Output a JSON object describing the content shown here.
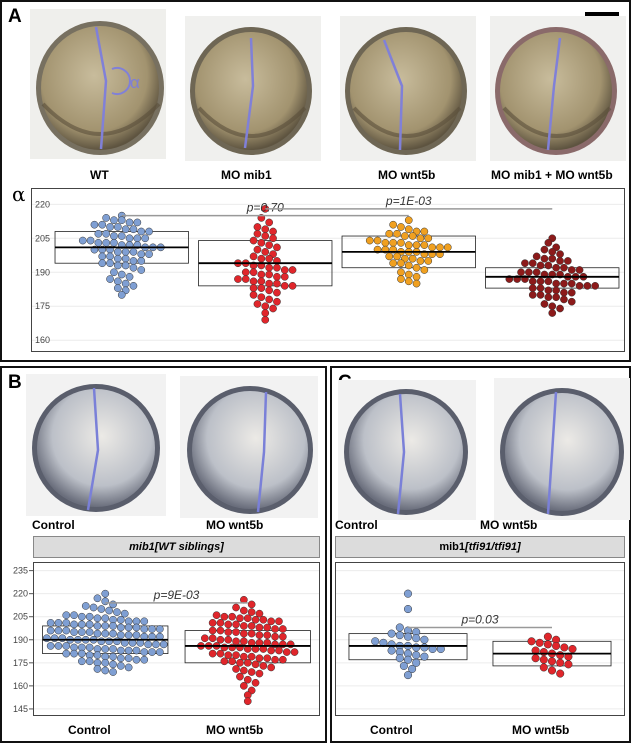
{
  "panels": {
    "a": {
      "letter": "A",
      "embryo_labels": [
        "WT",
        "MO mib1",
        "MO wnt5b",
        "MO mib1 + MO wnt5b"
      ],
      "angle_symbol": "α",
      "axis_symbol": "α",
      "pvalues": [
        "p=0.70",
        "p=1E-03"
      ]
    },
    "b": {
      "letter": "B",
      "embryo_labels": [
        "Control",
        "MO wnt5b"
      ],
      "strip_title": "mib1[WT siblings]",
      "pvalue": "p=9E-03"
    },
    "c": {
      "letter": "C",
      "embryo_labels": [
        "Control",
        "MO wnt5b"
      ],
      "strip_prefix": "mib1",
      "strip_title": "[tfi91/tfi91]",
      "pvalue": "p=0.03"
    }
  },
  "chart_data": [
    {
      "type": "dot-boxplot",
      "ylim": [
        157,
        225
      ],
      "yticks": [
        160,
        175,
        190,
        205,
        220
      ],
      "categories": [
        "WT",
        "MO mib1",
        "MO wnt5b",
        "MO mib1 + MO wnt5b"
      ],
      "colors": [
        "#7f9fd3",
        "#e0262b",
        "#f0a020",
        "#8c1a1a"
      ],
      "boxes": [
        {
          "q1": 194,
          "median": 201,
          "q3": 208
        },
        {
          "q1": 184,
          "median": 194,
          "q3": 204
        },
        {
          "q1": 192,
          "median": 199,
          "q3": 206
        },
        {
          "q1": 183,
          "median": 188,
          "q3": 192
        }
      ],
      "values": [
        [
          215,
          214,
          213,
          213,
          212,
          212,
          211,
          211,
          210,
          210,
          209,
          209,
          208,
          208,
          207,
          207,
          206,
          206,
          205,
          205,
          205,
          204,
          204,
          203,
          203,
          203,
          202,
          202,
          202,
          201,
          201,
          201,
          200,
          200,
          200,
          199,
          199,
          199,
          198,
          198,
          197,
          197,
          196,
          196,
          195,
          195,
          194,
          194,
          193,
          193,
          192,
          191,
          190,
          189,
          188,
          187,
          186,
          185,
          184,
          183,
          182,
          180
        ],
        [
          218,
          214,
          212,
          210,
          209,
          208,
          207,
          206,
          205,
          204,
          203,
          202,
          201,
          200,
          199,
          198,
          197,
          196,
          196,
          195,
          194,
          194,
          193,
          193,
          192,
          192,
          191,
          191,
          190,
          190,
          189,
          189,
          188,
          188,
          187,
          187,
          186,
          186,
          185,
          185,
          184,
          184,
          183,
          183,
          182,
          181,
          180,
          179,
          178,
          177,
          176,
          175,
          174,
          172,
          169
        ],
        [
          213,
          211,
          210,
          209,
          208,
          208,
          207,
          207,
          206,
          206,
          205,
          205,
          204,
          204,
          203,
          203,
          203,
          202,
          202,
          202,
          201,
          201,
          201,
          200,
          200,
          200,
          199,
          199,
          199,
          198,
          198,
          198,
          197,
          197,
          196,
          196,
          195,
          195,
          194,
          194,
          193,
          192,
          191,
          190,
          189,
          188,
          187,
          186,
          185
        ],
        [
          205,
          203,
          201,
          200,
          199,
          198,
          197,
          196,
          196,
          195,
          195,
          194,
          194,
          193,
          193,
          192,
          192,
          191,
          191,
          190,
          190,
          190,
          189,
          189,
          189,
          188,
          188,
          188,
          187,
          187,
          187,
          186,
          186,
          186,
          185,
          185,
          185,
          184,
          184,
          184,
          183,
          183,
          182,
          182,
          181,
          181,
          180,
          180,
          179,
          179,
          178,
          177,
          176,
          175,
          174,
          172
        ]
      ],
      "comparisons": [
        {
          "from": 0,
          "to": 2,
          "y": 215,
          "label": "p=0.70"
        },
        {
          "from": 1,
          "to": 3,
          "y": 218,
          "label": "p=1E-03"
        }
      ]
    },
    {
      "type": "dot-boxplot",
      "ylim": [
        143,
        238
      ],
      "yticks": [
        145,
        160,
        175,
        190,
        205,
        220,
        235
      ],
      "categories": [
        "Control",
        "MO wnt5b"
      ],
      "colors": [
        "#7f9fd3",
        "#e0262b"
      ],
      "boxes": [
        {
          "q1": 181,
          "median": 190,
          "q3": 199
        },
        {
          "q1": 175,
          "median": 186,
          "q3": 196
        }
      ],
      "values": [
        [
          220,
          217,
          215,
          213,
          212,
          211,
          210,
          209,
          208,
          207,
          206,
          206,
          205,
          205,
          204,
          204,
          203,
          203,
          202,
          202,
          202,
          201,
          201,
          201,
          200,
          200,
          200,
          199,
          199,
          199,
          198,
          198,
          198,
          197,
          197,
          197,
          196,
          196,
          196,
          195,
          195,
          195,
          194,
          194,
          194,
          193,
          193,
          193,
          192,
          192,
          192,
          191,
          191,
          191,
          190,
          190,
          190,
          190,
          189,
          189,
          189,
          188,
          188,
          188,
          187,
          187,
          187,
          186,
          186,
          186,
          185,
          185,
          185,
          184,
          184,
          184,
          183,
          183,
          183,
          182,
          182,
          182,
          181,
          181,
          181,
          180,
          180,
          179,
          179,
          178,
          178,
          177,
          177,
          176,
          176,
          175,
          175,
          174,
          173,
          172,
          171,
          170,
          169
        ],
        [
          216,
          213,
          211,
          209,
          208,
          207,
          206,
          205,
          205,
          204,
          204,
          203,
          203,
          202,
          202,
          201,
          201,
          200,
          200,
          199,
          199,
          198,
          198,
          197,
          197,
          196,
          196,
          195,
          195,
          194,
          194,
          193,
          193,
          192,
          192,
          191,
          191,
          190,
          190,
          189,
          189,
          188,
          188,
          188,
          187,
          187,
          187,
          186,
          186,
          186,
          185,
          185,
          185,
          184,
          184,
          184,
          183,
          183,
          182,
          182,
          181,
          181,
          180,
          180,
          179,
          179,
          178,
          178,
          177,
          177,
          176,
          176,
          175,
          175,
          174,
          173,
          172,
          171,
          170,
          169,
          168,
          166,
          164,
          162,
          160,
          157,
          154,
          150
        ]
      ],
      "comparisons": [
        {
          "from": 0,
          "to": 1,
          "y": 214,
          "label": "p=9E-03"
        }
      ]
    },
    {
      "type": "dot-boxplot",
      "ylim": [
        143,
        238
      ],
      "yticks": [],
      "categories": [
        "Control",
        "MO wnt5b"
      ],
      "colors": [
        "#7f9fd3",
        "#e0262b"
      ],
      "boxes": [
        {
          "q1": 177,
          "median": 186,
          "q3": 194
        },
        {
          "q1": 173,
          "median": 181,
          "q3": 189
        }
      ],
      "values": [
        [
          220,
          210,
          198,
          196,
          195,
          194,
          193,
          192,
          191,
          190,
          189,
          188,
          187,
          186,
          186,
          185,
          185,
          184,
          184,
          183,
          182,
          181,
          180,
          179,
          178,
          177,
          175,
          173,
          171,
          167
        ],
        [
          192,
          190,
          189,
          188,
          187,
          186,
          185,
          184,
          183,
          182,
          181,
          180,
          179,
          178,
          177,
          176,
          175,
          174,
          172,
          170,
          168
        ]
      ],
      "comparisons": [
        {
          "from": 0,
          "to": 1,
          "y": 198,
          "label": "p=0.03"
        }
      ]
    }
  ]
}
